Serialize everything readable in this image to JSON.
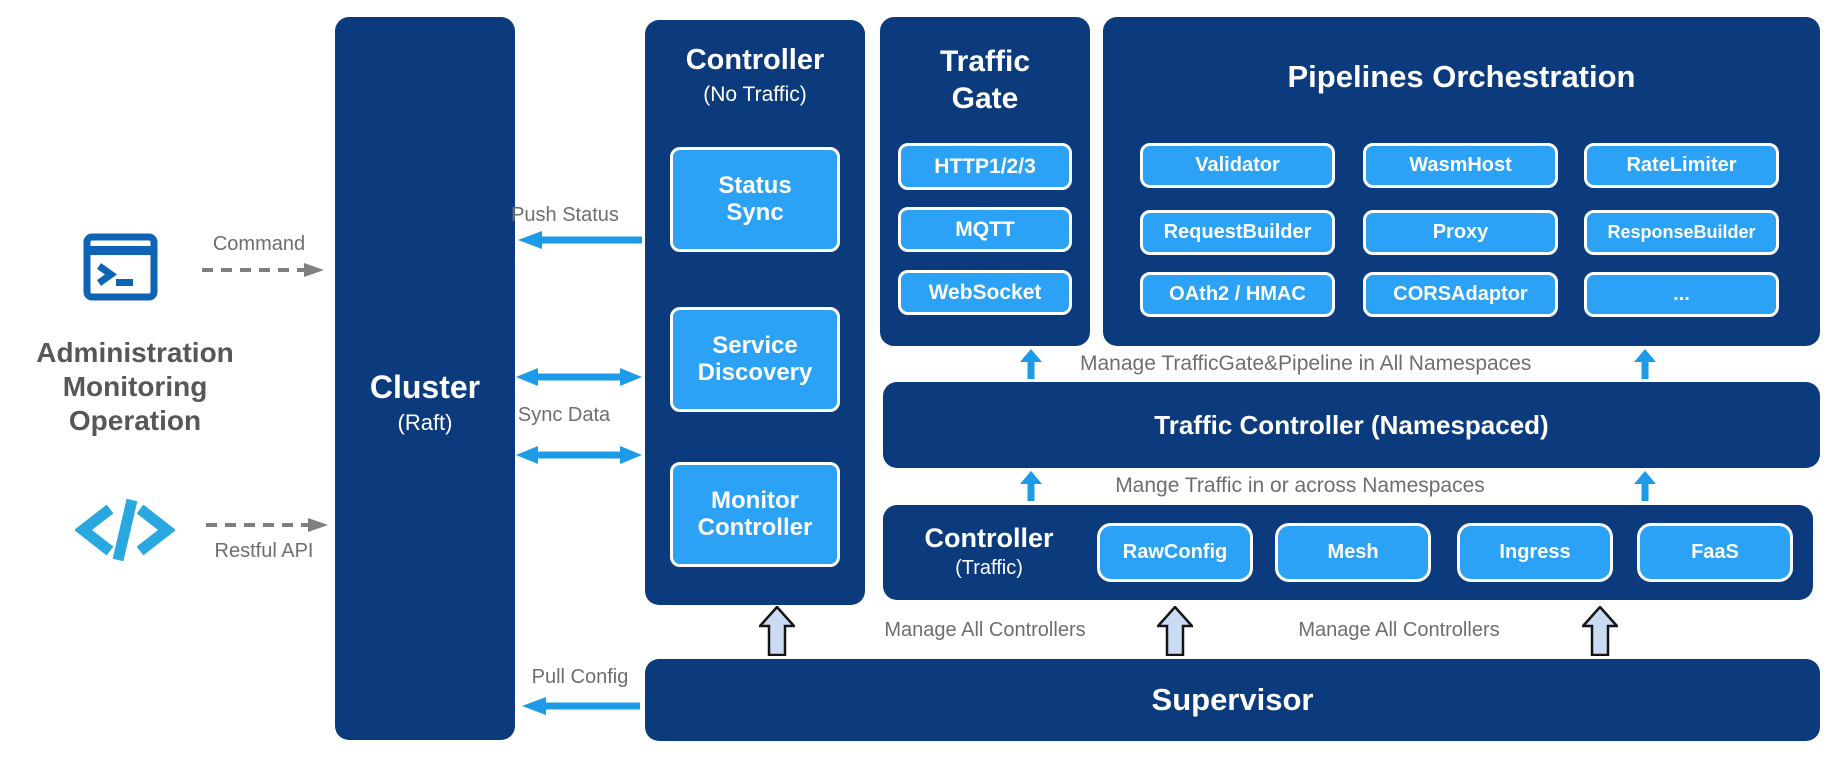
{
  "left_panel": {
    "admin_lines": [
      "Administration",
      "Monitoring",
      "Operation"
    ],
    "command_label": "Command",
    "restful_label": "Restful API"
  },
  "cluster": {
    "title": "Cluster",
    "subtitle": "(Raft)"
  },
  "cluster_links": {
    "push_status": "Push Status",
    "sync_data": "Sync Data",
    "pull_config": "Pull Config"
  },
  "controller_no_traffic": {
    "title": "Controller",
    "subtitle": "(No Traffic)",
    "modules": [
      "Status Sync",
      "Service Discovery",
      "Monitor Controller"
    ]
  },
  "traffic_gate": {
    "title": "Traffic Gate",
    "protocols": [
      "HTTP1/2/3",
      "MQTT",
      "WebSocket"
    ]
  },
  "pipelines": {
    "title": "Pipelines Orchestration",
    "filters": [
      [
        "Validator",
        "WasmHost",
        "RateLimiter"
      ],
      [
        "RequestBuilder",
        "Proxy",
        "ResponseBuilder"
      ],
      [
        "OAth2 / HMAC",
        "CORSAdaptor",
        "..."
      ]
    ]
  },
  "traffic_controller": {
    "title": "Traffic Controller (Namespaced)"
  },
  "controller_traffic": {
    "title": "Controller",
    "subtitle": "(Traffic)",
    "modules": [
      "RawConfig",
      "Mesh",
      "Ingress",
      "FaaS"
    ]
  },
  "supervisor": {
    "title": "Supervisor"
  },
  "annotations": {
    "manage_tg_pipeline": "Manage TrafficGate&Pipeline in All Namespaces",
    "manage_traffic": "Mange Traffic in or across Namespaces",
    "manage_controllers_left": "Manage All Controllers",
    "manage_controllers_right": "Manage All Controllers"
  },
  "colors": {
    "navy": "#0C3B7D",
    "chip_blue": "#2BA2F5",
    "arrow_blue": "#1D9BE8",
    "terminal_icon_blue": "#0F63B5",
    "code_icon_blue": "#29A8E0",
    "label_gray": "#6e6e6e",
    "hollow_arrow_fill": "#C9DCF4"
  }
}
